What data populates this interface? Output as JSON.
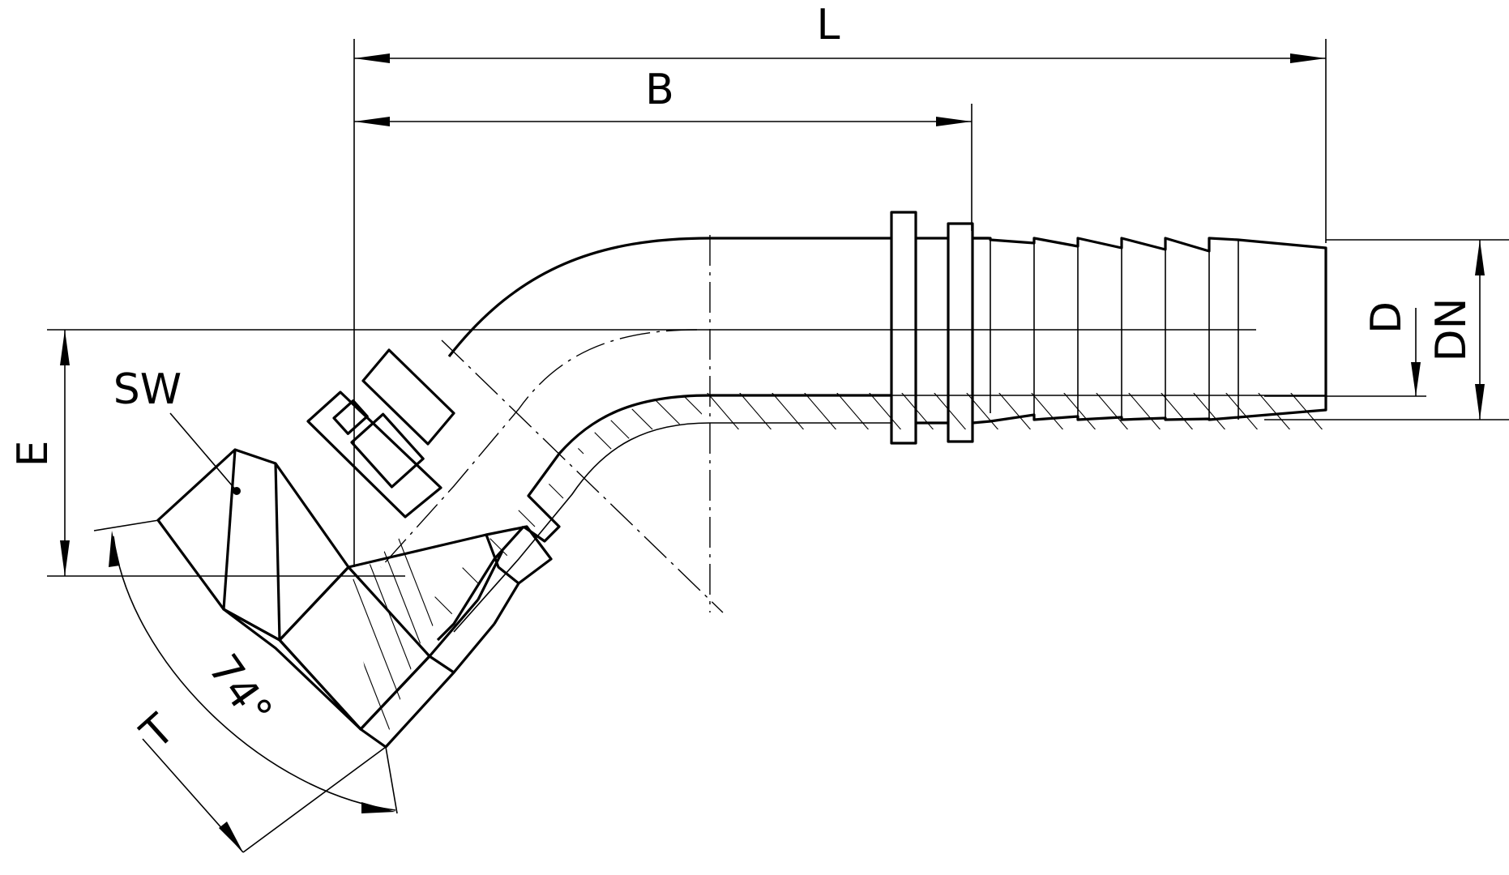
{
  "drawing": {
    "labels": {
      "L": "L",
      "B": "B",
      "E": "E",
      "SW": "SW",
      "T": "T",
      "angle": "74°",
      "D": "D",
      "DN": "DN"
    },
    "colors": {
      "line": "#000000",
      "background": "#ffffff"
    }
  }
}
